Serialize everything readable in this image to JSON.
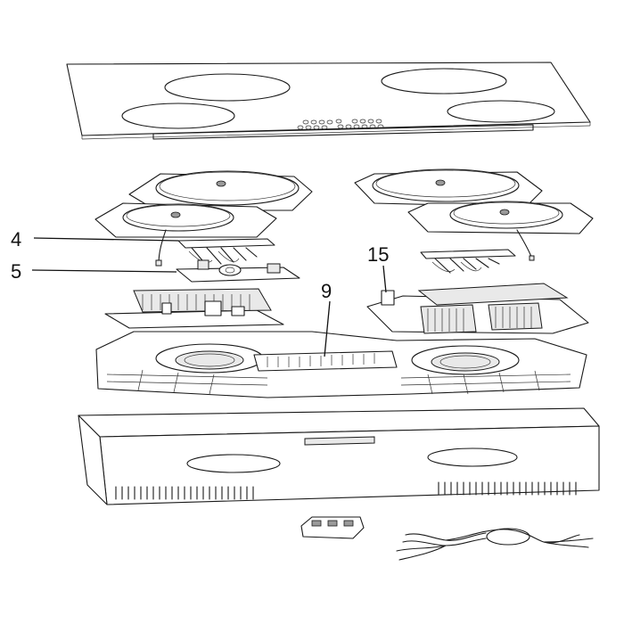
{
  "callouts": [
    {
      "id": "part-4",
      "label": "4"
    },
    {
      "id": "part-5",
      "label": "5"
    },
    {
      "id": "part-9",
      "label": "9"
    },
    {
      "id": "part-15",
      "label": "15"
    }
  ],
  "colors": {
    "line": "#1a1a1a",
    "background": "#ffffff",
    "shade": "#e9e9e9"
  }
}
